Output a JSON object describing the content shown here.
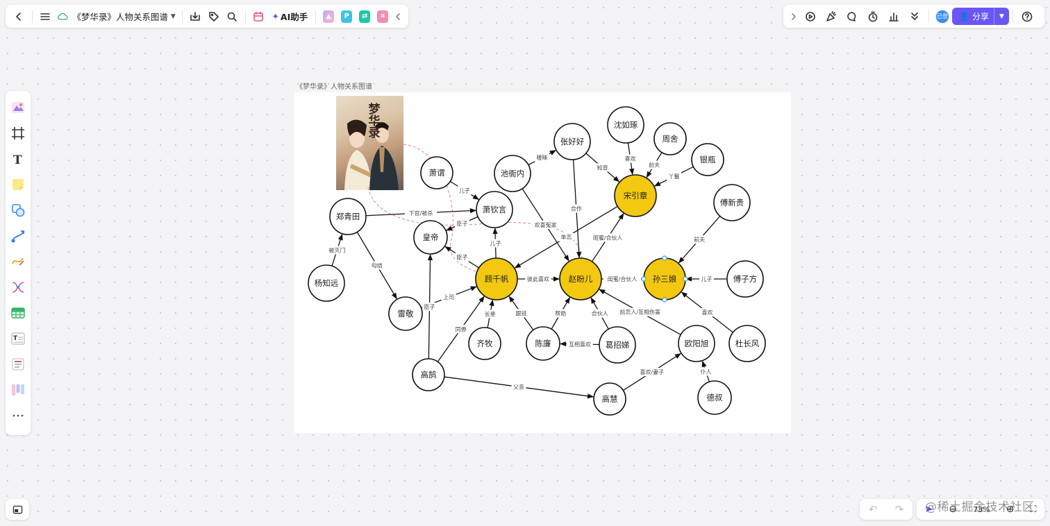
{
  "toolbar": {
    "doc_title": "《梦华录》人物关系图谱",
    "ai_label": "AI助手",
    "share_label": "分享",
    "avatar_text": "已登"
  },
  "frame": {
    "label": "《梦华录》人物关系图谱",
    "poster_title": "梦华录"
  },
  "bottom": {
    "zoom": "73%"
  },
  "watermark": "@稀土掘金技术社区",
  "colors": {
    "accent": "#6a56f5",
    "node_main": "#f2c811",
    "link_dashed": "#e07a95"
  },
  "graph": {
    "nodes": [
      {
        "id": "zhengqingtian",
        "label": "郑青田",
        "main": false
      },
      {
        "id": "yangzhiyuan",
        "label": "杨知远",
        "main": false
      },
      {
        "id": "leijing",
        "label": "雷敬",
        "main": false
      },
      {
        "id": "xiaowei",
        "label": "萧谓",
        "main": false
      },
      {
        "id": "huangdi",
        "label": "皇帝",
        "main": false
      },
      {
        "id": "xiaoqinyan",
        "label": "萧钦言",
        "main": false
      },
      {
        "id": "chihengnei",
        "label": "池衙内",
        "main": false
      },
      {
        "id": "zhanghaohao",
        "label": "张好好",
        "main": false
      },
      {
        "id": "shenruzhuo",
        "label": "沈如琢",
        "main": false
      },
      {
        "id": "zhoushe",
        "label": "周舍",
        "main": false
      },
      {
        "id": "yinping",
        "label": "银瓶",
        "main": false
      },
      {
        "id": "songyinzhang",
        "label": "宋引章",
        "main": true
      },
      {
        "id": "fuxingui",
        "label": "傅新贵",
        "main": false
      },
      {
        "id": "guqianfan",
        "label": "顾千帆",
        "main": true
      },
      {
        "id": "zhaopaner",
        "label": "赵盼儿",
        "main": true
      },
      {
        "id": "sunsanniang",
        "label": "孙三娘",
        "main": true
      },
      {
        "id": "fuzifang",
        "label": "傅子方",
        "main": false
      },
      {
        "id": "qimu",
        "label": "齐牧",
        "main": false
      },
      {
        "id": "chenlian",
        "label": "陈廉",
        "main": false
      },
      {
        "id": "gezhaodi",
        "label": "葛招娣",
        "main": false
      },
      {
        "id": "ouyangxu",
        "label": "欧阳旭",
        "main": false
      },
      {
        "id": "duchangfeng",
        "label": "杜长风",
        "main": false
      },
      {
        "id": "gaohu",
        "label": "高鹄",
        "main": false
      },
      {
        "id": "gaohui",
        "label": "高慧",
        "main": false
      },
      {
        "id": "deshu",
        "label": "德叔",
        "main": false
      }
    ],
    "edges": [
      {
        "from": "yangzhiyuan",
        "to": "zhengqingtian",
        "label": "被灭门"
      },
      {
        "from": "zhengqingtian",
        "to": "leijing",
        "label": "勾结"
      },
      {
        "from": "zhengqingtian",
        "to": "xiaoqinyan",
        "label": "下官/被杀"
      },
      {
        "from": "xiaowei",
        "to": "xiaoqinyan",
        "label": "儿子"
      },
      {
        "from": "xiaoqinyan",
        "to": "huangdi",
        "label": "臣子"
      },
      {
        "from": "chihengnei",
        "to": "zhanghaohao",
        "label": "暧昧"
      },
      {
        "from": "chihengnei",
        "to": "zhaopaner",
        "label": "欢喜冤家"
      },
      {
        "from": "zhanghaohao",
        "to": "songyinzhang",
        "label": "知音"
      },
      {
        "from": "zhanghaohao",
        "to": "zhaopaner",
        "label": "合作"
      },
      {
        "from": "shenruzhuo",
        "to": "songyinzhang",
        "label": "喜欢"
      },
      {
        "from": "zhoushe",
        "to": "songyinzhang",
        "label": "前夫"
      },
      {
        "from": "yinping",
        "to": "songyinzhang",
        "label": "丫鬟"
      },
      {
        "from": "songyinzhang",
        "to": "guqianfan",
        "label": "单恋"
      },
      {
        "from": "zhaopaner",
        "to": "songyinzhang",
        "label": "闺蜜/合伙人"
      },
      {
        "from": "fuxingui",
        "to": "sunsanniang",
        "label": "前夫"
      },
      {
        "from": "guqianfan",
        "to": "xiaoqinyan",
        "label": "儿子"
      },
      {
        "from": "guqianfan",
        "to": "huangdi",
        "label": "臣子"
      },
      {
        "from": "guqianfan",
        "to": "zhaopaner",
        "label": "彼此喜欢"
      },
      {
        "from": "zhaopaner",
        "to": "sunsanniang",
        "label": "闺蜜/合伙人"
      },
      {
        "from": "fuzifang",
        "to": "sunsanniang",
        "label": "儿子"
      },
      {
        "from": "duchangfeng",
        "to": "sunsanniang",
        "label": "喜欢"
      },
      {
        "from": "leijing",
        "to": "guqianfan",
        "label": "上司"
      },
      {
        "from": "qimu",
        "to": "guqianfan",
        "label": "长辈"
      },
      {
        "from": "chenlian",
        "to": "guqianfan",
        "label": "跟班"
      },
      {
        "from": "chenlian",
        "to": "zhaopaner",
        "label": "帮助"
      },
      {
        "from": "gezhaodi",
        "to": "zhaopaner",
        "label": "合伙人"
      },
      {
        "from": "gezhaodi",
        "to": "chenlian",
        "label": "互相喜欢"
      },
      {
        "from": "ouyangxu",
        "to": "zhaopaner",
        "label": "前恋人/互相伤害"
      },
      {
        "from": "gaohu",
        "to": "huangdi",
        "label": "臣子"
      },
      {
        "from": "gaohu",
        "to": "guqianfan",
        "label": "同僚"
      },
      {
        "from": "gaohu",
        "to": "gaohui",
        "label": "父亲"
      },
      {
        "from": "gaohui",
        "to": "ouyangxu",
        "label": "喜欢/妻子"
      },
      {
        "from": "deshu",
        "to": "ouyangxu",
        "label": "仆人"
      }
    ]
  }
}
